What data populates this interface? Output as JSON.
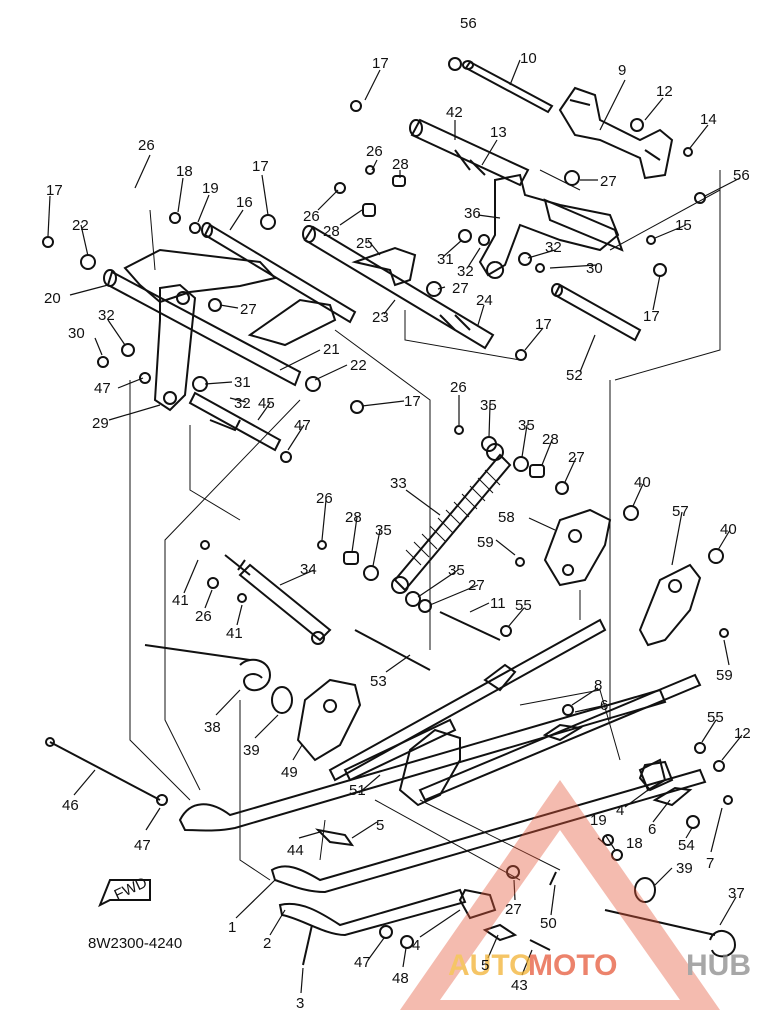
{
  "diagram": {
    "code": "8W2300-4240",
    "fwd_label": "FWD",
    "watermark": {
      "text_a": "AUTO",
      "text_b": "MOTO",
      "text_c": "HUB",
      "color_a": "#f2b233",
      "color_b": "#e65a3c",
      "color_c": "#8a8a8a"
    },
    "callouts": [
      {
        "id": "c1",
        "label": "56"
      },
      {
        "id": "c2",
        "label": "10"
      },
      {
        "id": "c3",
        "label": "9"
      },
      {
        "id": "c4",
        "label": "12"
      },
      {
        "id": "c5",
        "label": "14"
      },
      {
        "id": "c6",
        "label": "17"
      },
      {
        "id": "c7",
        "label": "42"
      },
      {
        "id": "c8",
        "label": "13"
      },
      {
        "id": "c9",
        "label": "26"
      },
      {
        "id": "c10",
        "label": "28"
      },
      {
        "id": "c11",
        "label": "27"
      },
      {
        "id": "c12",
        "label": "56"
      },
      {
        "id": "c13",
        "label": "26"
      },
      {
        "id": "c14",
        "label": "18"
      },
      {
        "id": "c15",
        "label": "19"
      },
      {
        "id": "c16",
        "label": "17"
      },
      {
        "id": "c17",
        "label": "16"
      },
      {
        "id": "c18",
        "label": "26"
      },
      {
        "id": "c19",
        "label": "28"
      },
      {
        "id": "c20",
        "label": "36"
      },
      {
        "id": "c21",
        "label": "15"
      },
      {
        "id": "c22",
        "label": "17"
      },
      {
        "id": "c23",
        "label": "22"
      },
      {
        "id": "c24",
        "label": "25"
      },
      {
        "id": "c25",
        "label": "31"
      },
      {
        "id": "c26",
        "label": "32"
      },
      {
        "id": "c27",
        "label": "32"
      },
      {
        "id": "c28",
        "label": "30"
      },
      {
        "id": "c29",
        "label": "17"
      },
      {
        "id": "c30",
        "label": "20"
      },
      {
        "id": "c31",
        "label": "27"
      },
      {
        "id": "c32",
        "label": "27"
      },
      {
        "id": "c33",
        "label": "23"
      },
      {
        "id": "c34",
        "label": "24"
      },
      {
        "id": "c35",
        "label": "17"
      },
      {
        "id": "c36",
        "label": "52"
      },
      {
        "id": "c37",
        "label": "30"
      },
      {
        "id": "c38",
        "label": "32"
      },
      {
        "id": "c39",
        "label": "21"
      },
      {
        "id": "c40",
        "label": "22"
      },
      {
        "id": "c41",
        "label": "47"
      },
      {
        "id": "c42",
        "label": "31"
      },
      {
        "id": "c43",
        "label": "26"
      },
      {
        "id": "c44",
        "label": "17"
      },
      {
        "id": "c45",
        "label": "29"
      },
      {
        "id": "c46",
        "label": "32"
      },
      {
        "id": "c47",
        "label": "45"
      },
      {
        "id": "c48",
        "label": "35"
      },
      {
        "id": "c49",
        "label": "35"
      },
      {
        "id": "c50",
        "label": "47"
      },
      {
        "id": "c51",
        "label": "28"
      },
      {
        "id": "c52",
        "label": "27"
      },
      {
        "id": "c53",
        "label": "33"
      },
      {
        "id": "c54",
        "label": "40"
      },
      {
        "id": "c55",
        "label": "26"
      },
      {
        "id": "c56",
        "label": "58"
      },
      {
        "id": "c57",
        "label": "57"
      },
      {
        "id": "c58",
        "label": "28"
      },
      {
        "id": "c59",
        "label": "35"
      },
      {
        "id": "c60",
        "label": "59"
      },
      {
        "id": "c61",
        "label": "40"
      },
      {
        "id": "c62",
        "label": "34"
      },
      {
        "id": "c63",
        "label": "35"
      },
      {
        "id": "c64",
        "label": "27"
      },
      {
        "id": "c65",
        "label": "41"
      },
      {
        "id": "c66",
        "label": "26"
      },
      {
        "id": "c67",
        "label": "41"
      },
      {
        "id": "c68",
        "label": "11"
      },
      {
        "id": "c69",
        "label": "55"
      },
      {
        "id": "c70",
        "label": "59"
      },
      {
        "id": "c71",
        "label": "53"
      },
      {
        "id": "c72",
        "label": "8"
      },
      {
        "id": "c73",
        "label": "6"
      },
      {
        "id": "c74",
        "label": "38"
      },
      {
        "id": "c75",
        "label": "39"
      },
      {
        "id": "c76",
        "label": "49"
      },
      {
        "id": "c77",
        "label": "55"
      },
      {
        "id": "c78",
        "label": "12"
      },
      {
        "id": "c79",
        "label": "46"
      },
      {
        "id": "c80",
        "label": "51"
      },
      {
        "id": "c81",
        "label": "5"
      },
      {
        "id": "c82",
        "label": "47"
      },
      {
        "id": "c83",
        "label": "44"
      },
      {
        "id": "c84",
        "label": "4"
      },
      {
        "id": "c85",
        "label": "6"
      },
      {
        "id": "c86",
        "label": "54"
      },
      {
        "id": "c87",
        "label": "19"
      },
      {
        "id": "c88",
        "label": "18"
      },
      {
        "id": "c89",
        "label": "7"
      },
      {
        "id": "c90",
        "label": "39"
      },
      {
        "id": "c91",
        "label": "1"
      },
      {
        "id": "c92",
        "label": "27"
      },
      {
        "id": "c93",
        "label": "37"
      },
      {
        "id": "c94",
        "label": "50"
      },
      {
        "id": "c95",
        "label": "2"
      },
      {
        "id": "c96",
        "label": "4"
      },
      {
        "id": "c97",
        "label": "47"
      },
      {
        "id": "c98",
        "label": "48"
      },
      {
        "id": "c99",
        "label": "5"
      },
      {
        "id": "c100",
        "label": "43"
      },
      {
        "id": "c101",
        "label": "3"
      }
    ]
  }
}
